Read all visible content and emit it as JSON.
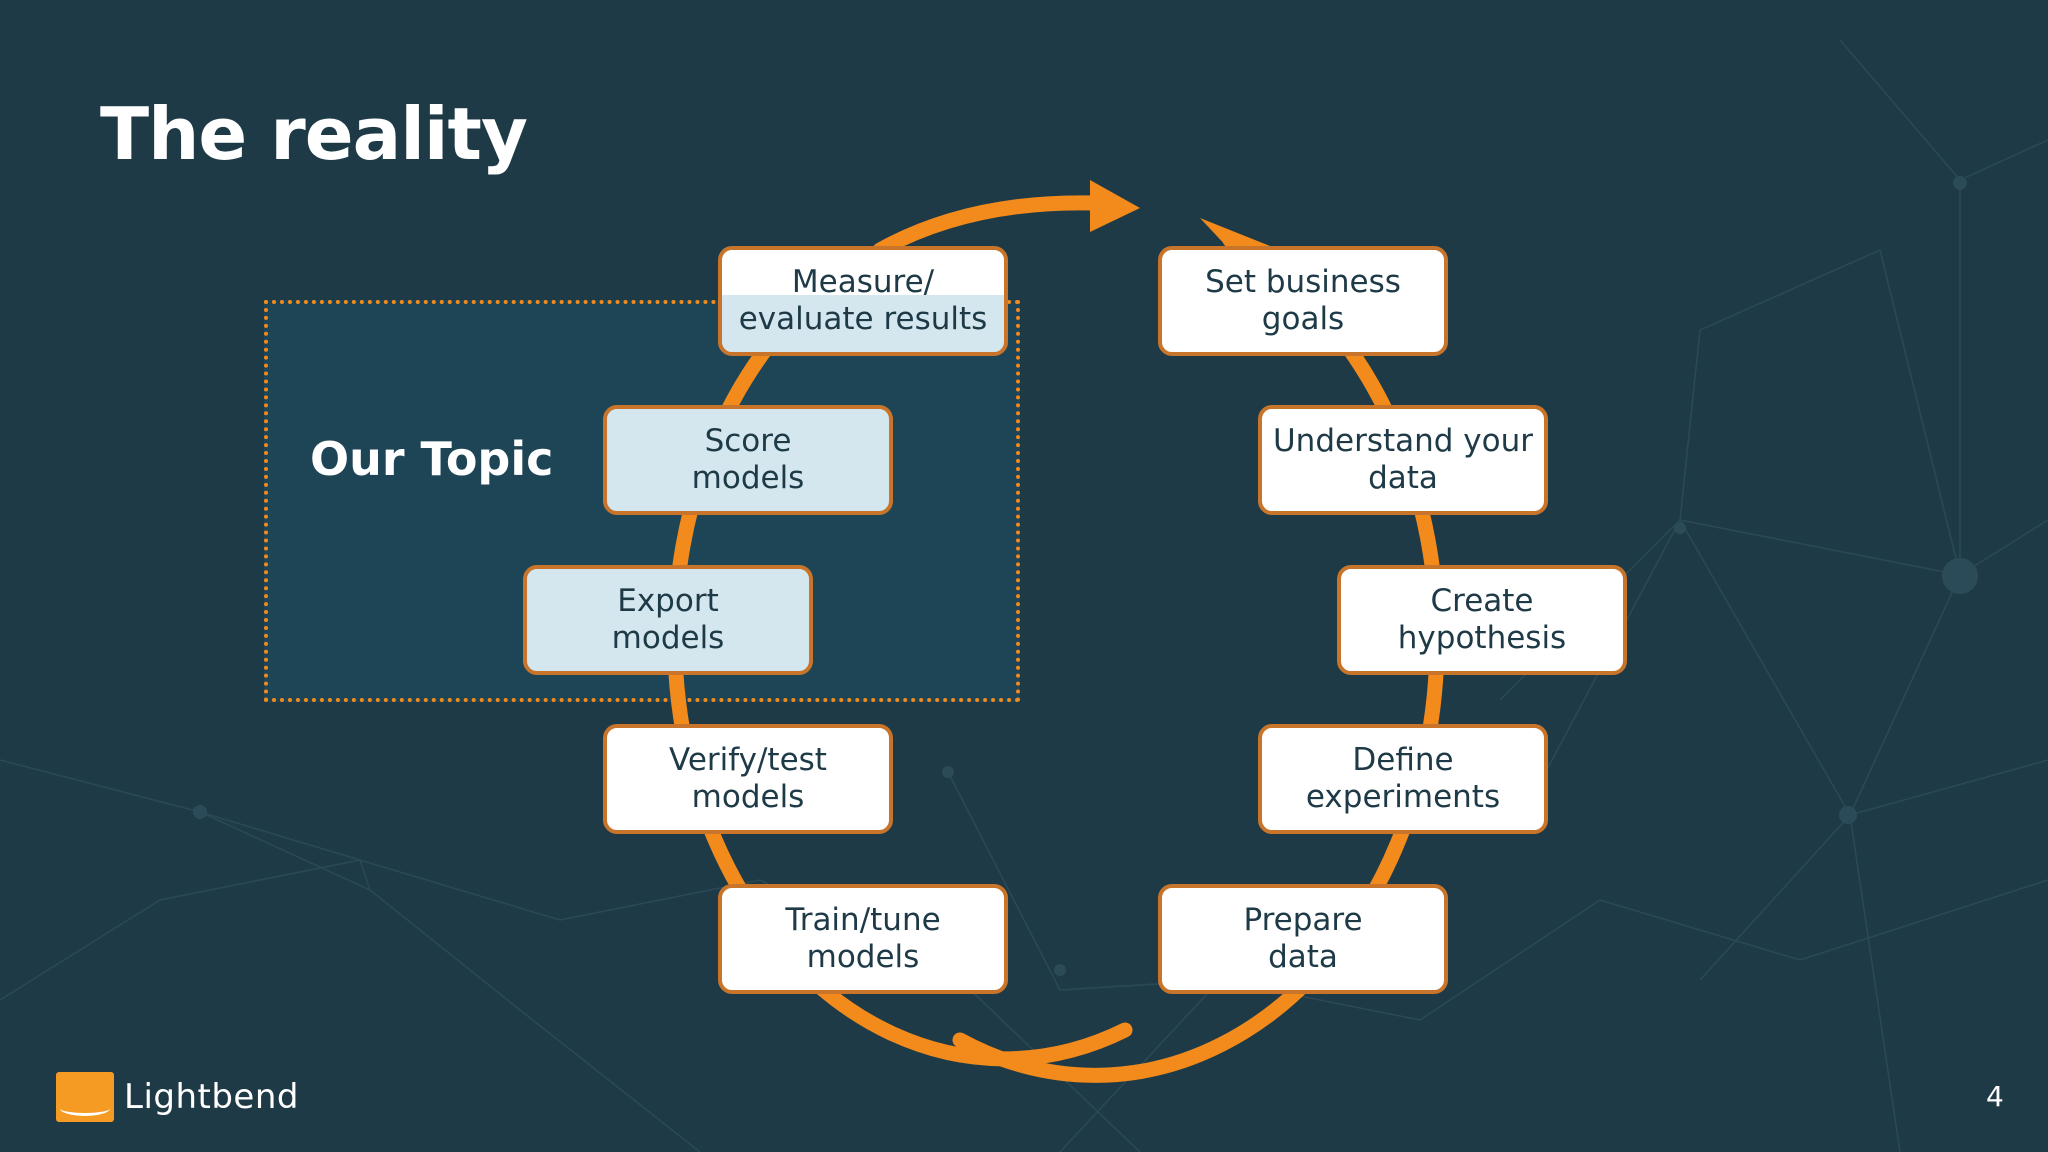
{
  "slide": {
    "title": "The reality",
    "page_number": "4"
  },
  "topic": {
    "label": "Our Topic"
  },
  "cycle_steps": [
    {
      "label": "Set business goals"
    },
    {
      "label": "Understand your\ndata"
    },
    {
      "label": "Create hypothesis"
    },
    {
      "label": "Define\nexperiments"
    },
    {
      "label": "Prepare\ndata"
    },
    {
      "label": "Train/tune\nmodels"
    },
    {
      "label": "Verify/test models"
    },
    {
      "label": "Export\nmodels"
    },
    {
      "label": "Score\nmodels"
    },
    {
      "label": "Measure/\nevaluate results"
    }
  ],
  "brand": {
    "name": "Lightbend",
    "logo_icon": "lightbend-logo-icon"
  },
  "colors": {
    "background": "#1f3a47",
    "accent_orange": "#f28a1c",
    "box_border": "#c8752b",
    "highlight_fill": "#d4e7ef",
    "text_dark": "#1e3a47"
  }
}
